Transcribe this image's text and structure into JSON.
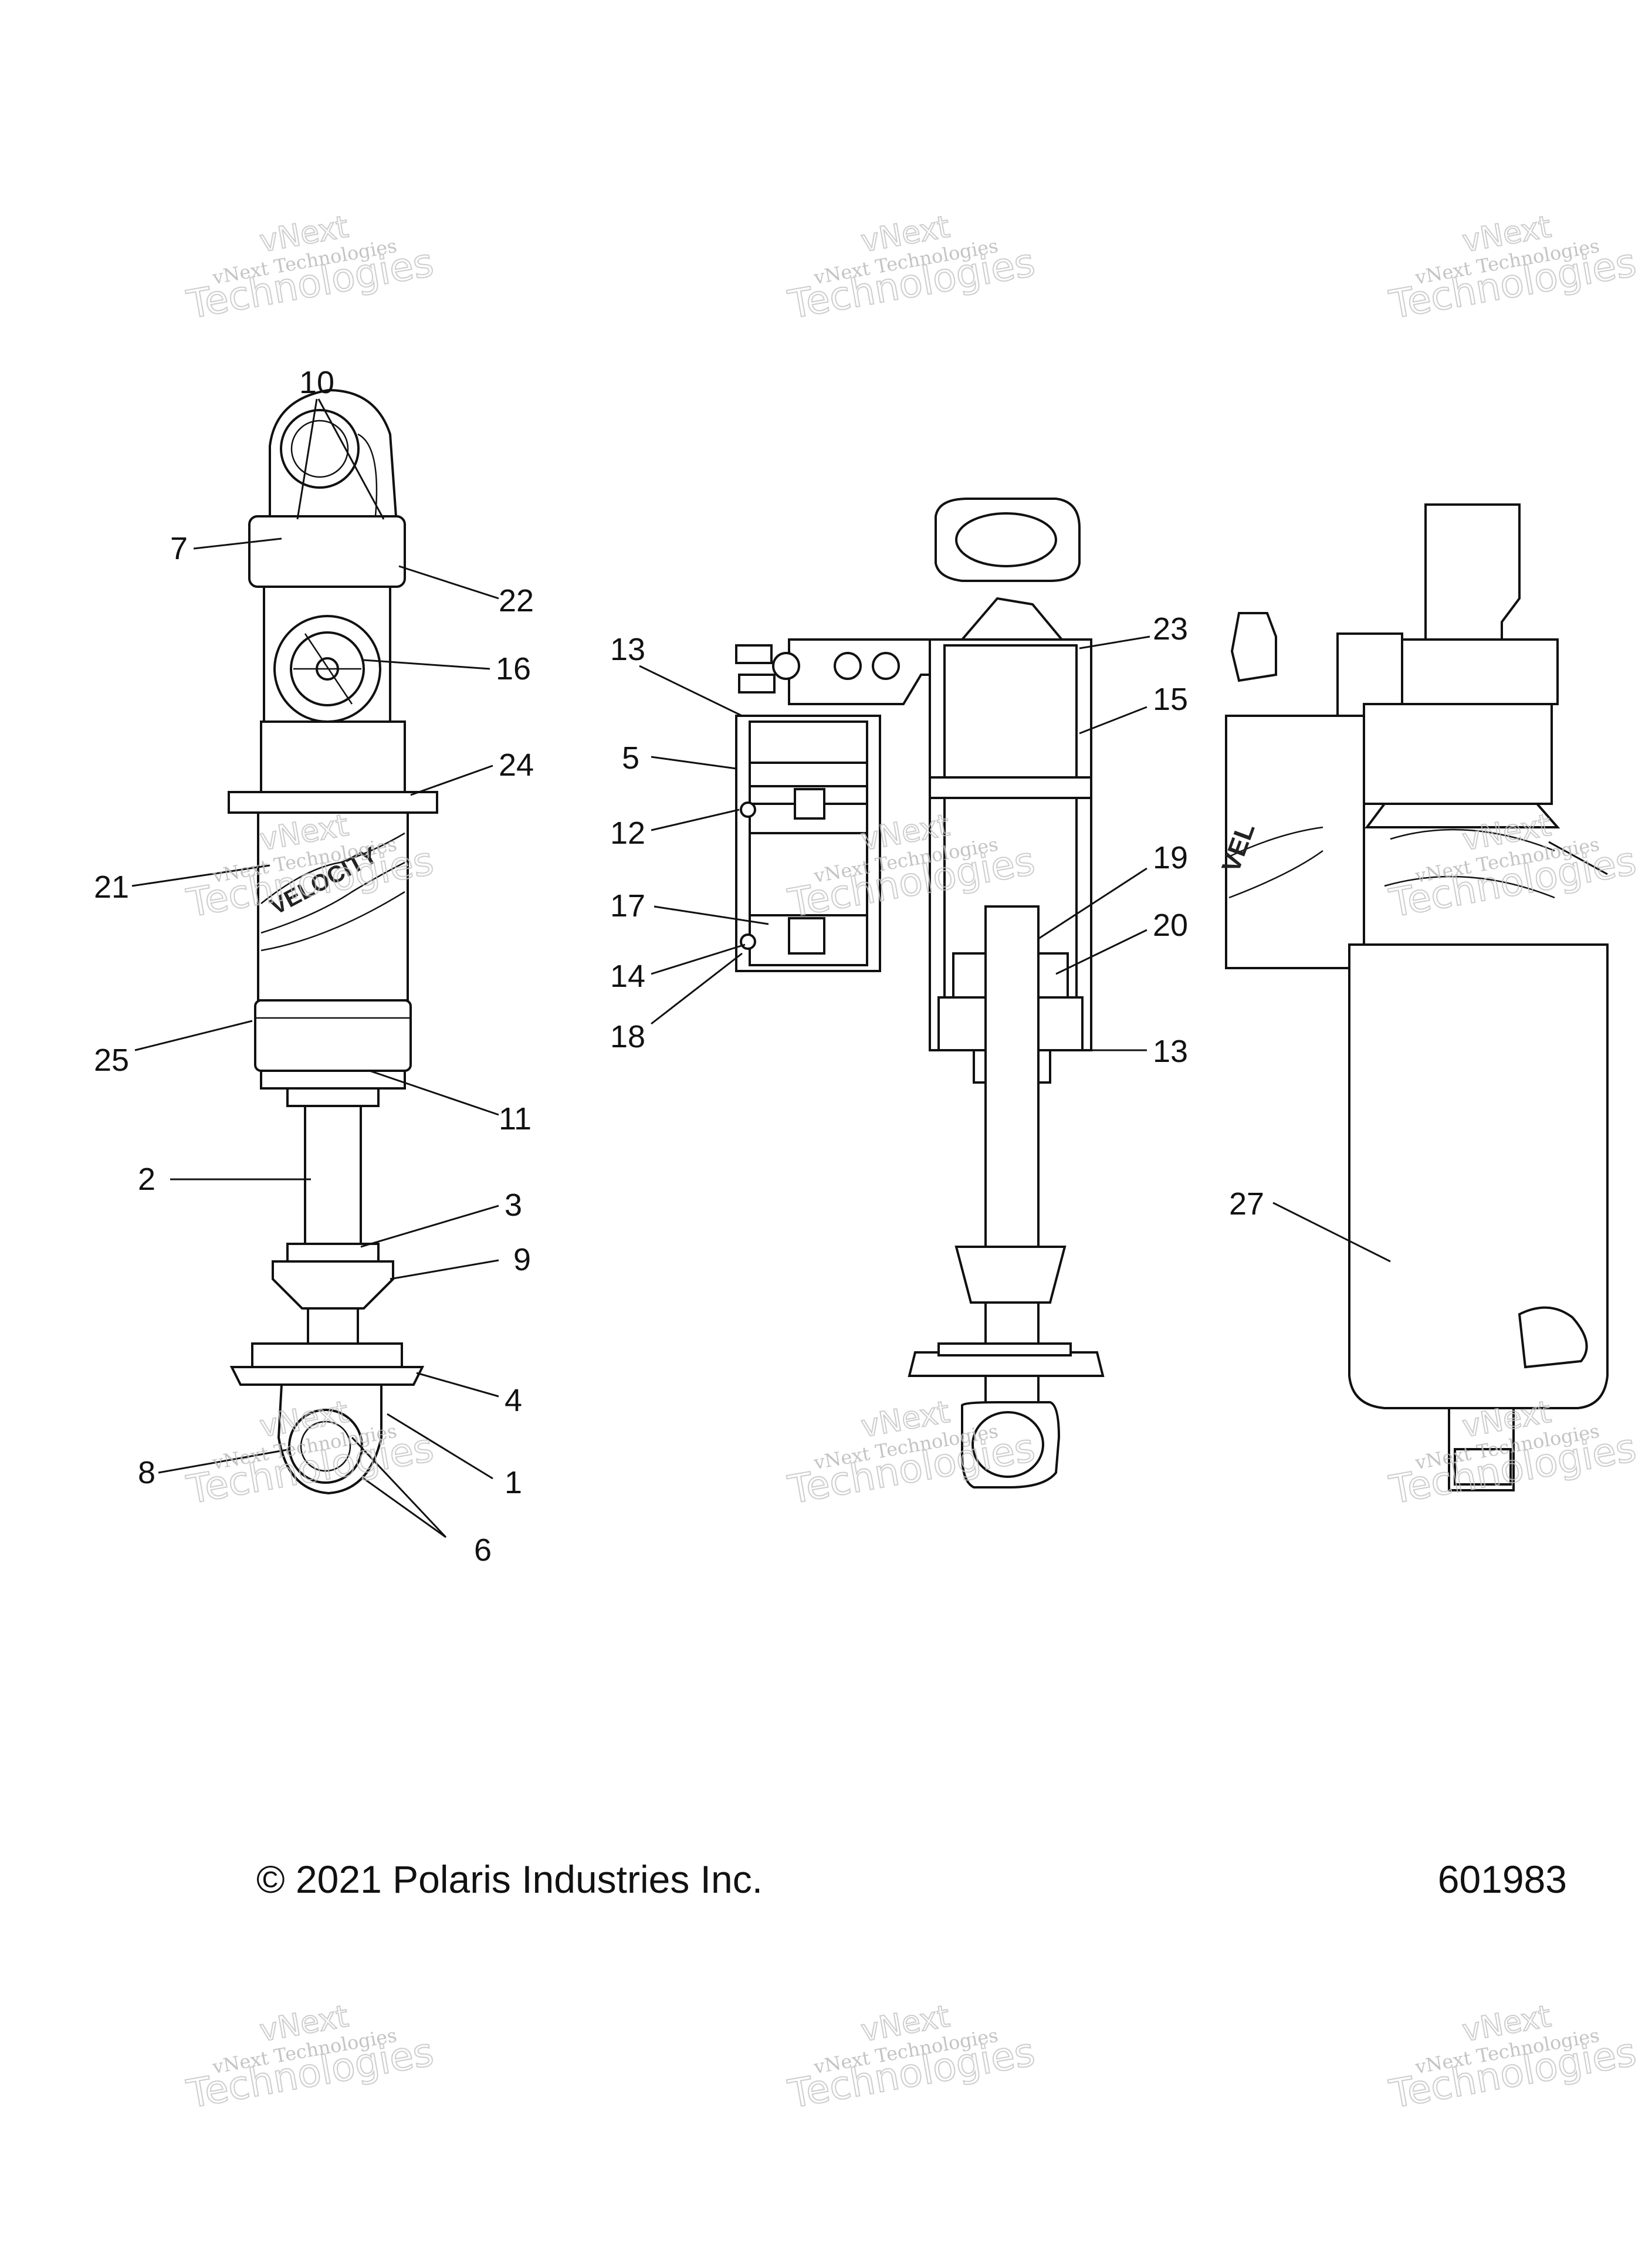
{
  "footer": {
    "copyright": "© 2021 Polaris Industries Inc.",
    "figure_number": "601983"
  },
  "watermark": {
    "line1": "vNext Technologies",
    "line2": "vNext",
    "line3": "Technologies"
  },
  "callouts": {
    "c1": "1",
    "c2": "2",
    "c3": "3",
    "c4": "4",
    "c5": "5",
    "c6": "6",
    "c7": "7",
    "c8": "8",
    "c9": "9",
    "c10": "10",
    "c11": "11",
    "c12": "12",
    "c13a": "13",
    "c13b": "13",
    "c14": "14",
    "c15": "15",
    "c16": "16",
    "c17": "17",
    "c18": "18",
    "c19": "19",
    "c20": "20",
    "c21": "21",
    "c22": "22",
    "c23": "23",
    "c24": "24",
    "c25": "25",
    "c27": "27"
  },
  "label_text": {
    "left_decal": "VELOCITY",
    "right_decal": "VEL"
  },
  "colors": {
    "line": "#111111",
    "watermark": "#bbbbbb",
    "background": "#ffffff"
  }
}
